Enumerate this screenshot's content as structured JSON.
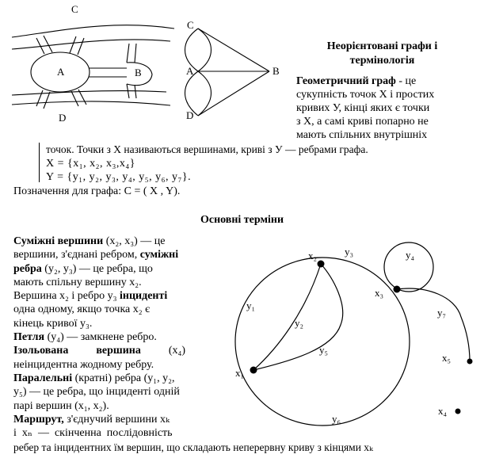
{
  "section1": {
    "title": "Неорієнтовані графи і термінологія",
    "lead_bold": "Геометричний граф",
    "lead_lines": [
      " - це",
      "сукупність точок X і простих",
      "кривих У, кінці яких є точки",
      "з X, а самі криві попарно не",
      "мають спільних внутрішніх"
    ],
    "line_full": "точок. Точки з X називаються вершинами, криві з У — ребрами графа.",
    "set_x": "X = {x₁, x₂, x₃,x₄}",
    "set_y": "Y = {y₁, y₂, y₃, y₄, y₅, y₆, y₇}.",
    "notation": "Позначення для графа:  C = ( X , Y)."
  },
  "section2": {
    "title": "Основні терміни",
    "lines": [
      {
        "bold": "Суміжні вершини",
        "rest": " (x₂, x₃) — це"
      },
      {
        "bold": "",
        "rest": "вершини, з'єднані ребром,"
      },
      {
        "bold": "ребра",
        "rest": " (y₂, y₃) — це ребра, що"
      },
      {
        "bold": "",
        "rest": "мають спільну вершину x₂."
      },
      {
        "bold": "",
        "rest": "Вершина x₂ і ребро y₃"
      },
      {
        "bold": "",
        "rest": "одна одному, якщо точка x₂ є"
      },
      {
        "bold": "",
        "rest": "кінець кривої y₃."
      },
      {
        "bold": "Петля",
        "rest": " (y₄) — замкнене ребро."
      },
      {
        "bold": "Ізольована          вершина",
        "rest": "          (x₄)"
      },
      {
        "bold": "",
        "rest": "неінцидентна жодному ребру."
      },
      {
        "bold": "Паралельні",
        "rest": " (кратні) ребра (y₁, y₂,"
      },
      {
        "bold": "",
        "rest": "y₅) — це ребра, що інциденті одній"
      },
      {
        "bold": "",
        "rest": "парі вершин (x₁, x₂)."
      },
      {
        "bold": "Маршрут,",
        "rest": " з'єднучий вершини xₖ"
      },
      {
        "bold": "",
        "rest": "і  xₙ  —  скінченна  послідовність"
      }
    ],
    "adjacent_bold": "суміжні",
    "incident_bold": "інциденті",
    "last_line": "ребер та інцидентних їм вершин, що складають неперервну криву з кінцями xₖ"
  },
  "figure1": {
    "labels": [
      "C",
      "A",
      "B",
      "D"
    ]
  },
  "figure2": {
    "labels": [
      "C",
      "A",
      "B",
      "D"
    ]
  },
  "figure3": {
    "vertices": [
      "x₁",
      "x₂",
      "x₃",
      "x₄",
      "x₅"
    ],
    "edges": [
      "y₁",
      "y₂",
      "y₃",
      "y₄",
      "y₅",
      "y₆",
      "y₇"
    ]
  }
}
